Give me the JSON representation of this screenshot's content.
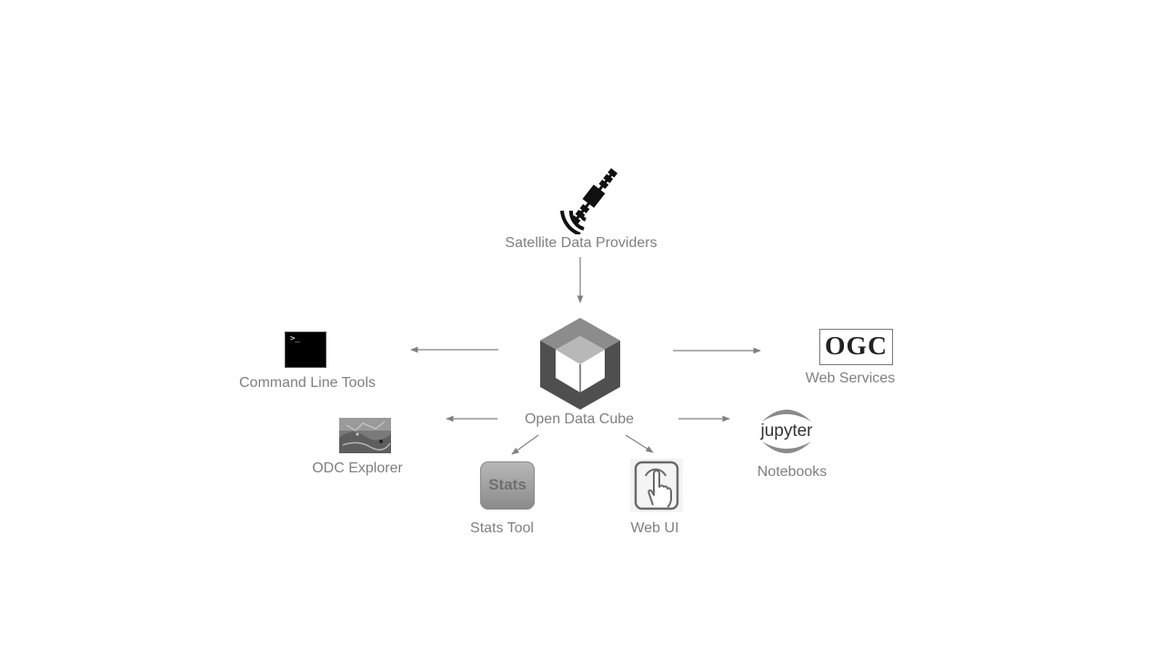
{
  "diagram": {
    "source": {
      "label": "Satellite Data Providers",
      "icon": "satellite-icon"
    },
    "hub": {
      "label": "Open Data Cube",
      "icon": "open-data-cube-logo-icon"
    },
    "outputs": [
      {
        "id": "cli",
        "label": "Command Line Tools",
        "icon": "terminal-icon",
        "icon_text": ">_"
      },
      {
        "id": "explorer",
        "label": "ODC Explorer",
        "icon": "map-thumbnail-icon"
      },
      {
        "id": "stats",
        "label": "Stats Tool",
        "icon": "stats-icon",
        "icon_text": "Stats"
      },
      {
        "id": "webui",
        "label": "Web UI",
        "icon": "touch-hand-icon"
      },
      {
        "id": "notebooks",
        "label": "Notebooks",
        "icon": "jupyter-logo-icon",
        "icon_text": "jupyter"
      },
      {
        "id": "ogc",
        "label": "Web Services",
        "icon": "ogc-logo-icon",
        "icon_text": "OGC"
      }
    ],
    "colors": {
      "label": "#7f7f7f",
      "arrow": "#808080",
      "cube_dark": "#4f4f4f",
      "cube_mid": "#8c8c8c",
      "cube_light": "#b8b8b8",
      "jupyter_arc": "#8a8a8a"
    }
  }
}
